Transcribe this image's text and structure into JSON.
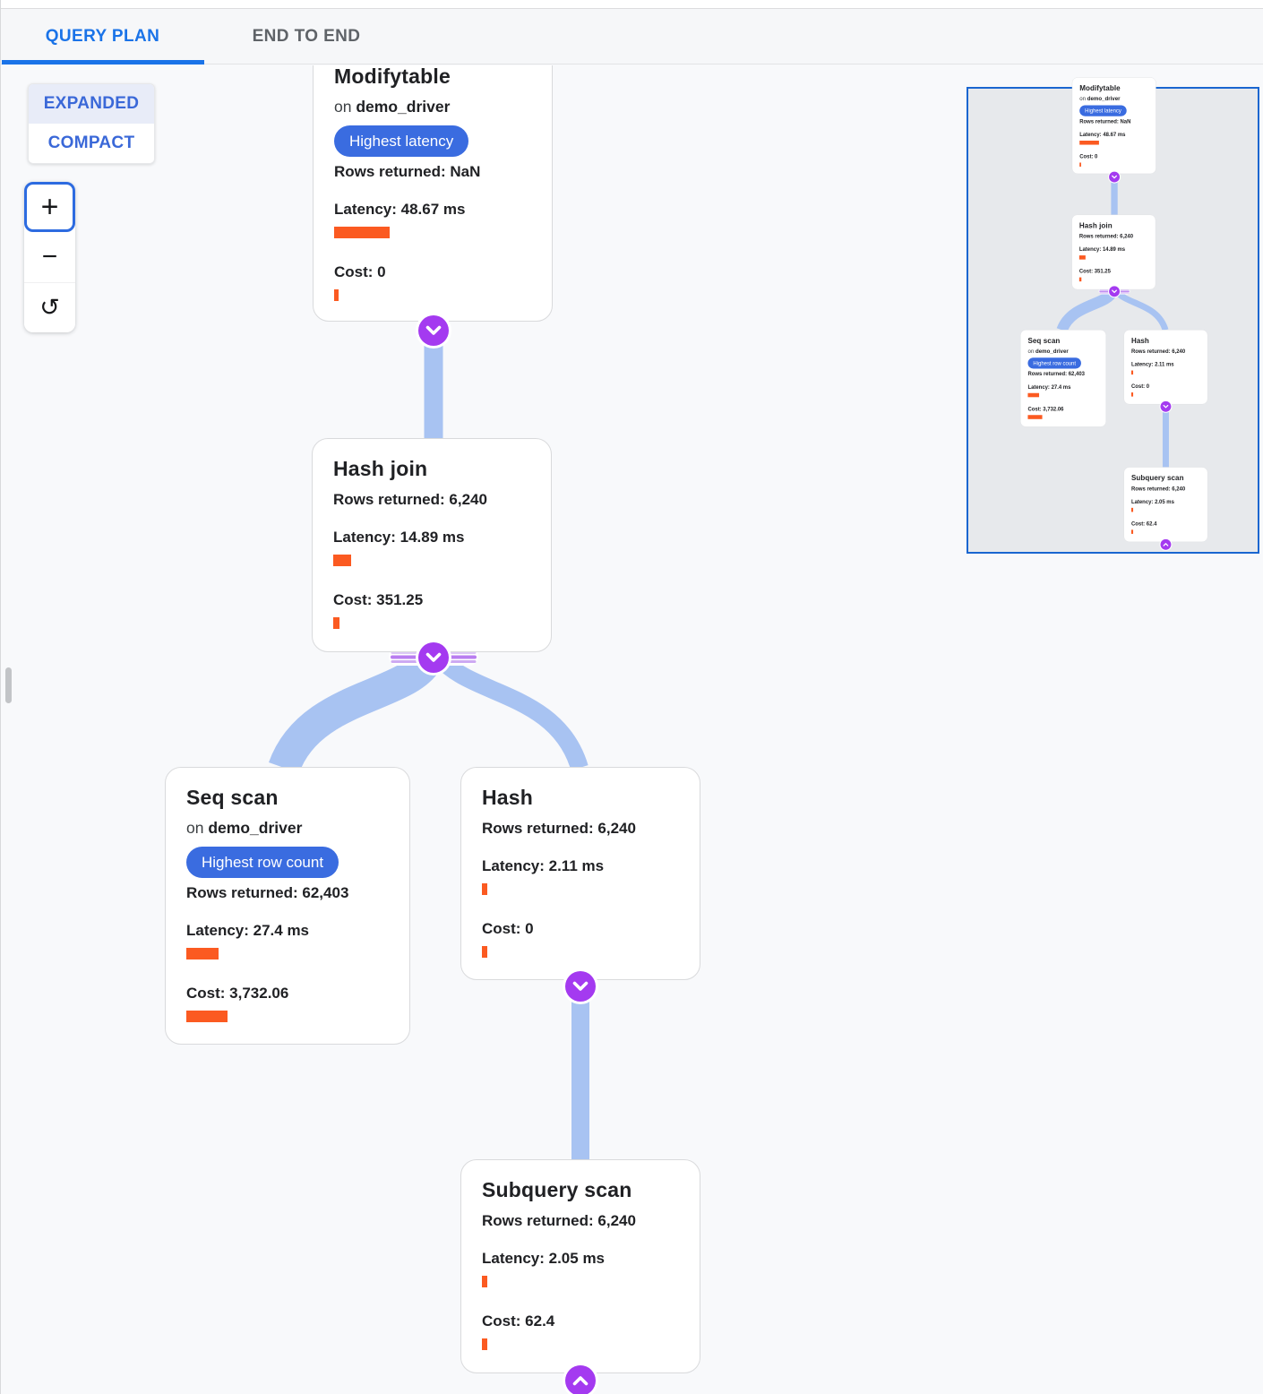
{
  "tabs": {
    "query_plan": "QUERY PLAN",
    "end_to_end": "END TO END"
  },
  "view_toggle": {
    "expanded": "EXPANDED",
    "compact": "COMPACT",
    "selected": "EXPANDED"
  },
  "zoom_controls": {
    "zoom_in": "+",
    "zoom_out": "−",
    "reset_glyph": "↺"
  },
  "nodes": {
    "modifytable": {
      "title": "Modifytable",
      "on": "on",
      "table": "demo_driver",
      "badge": "Highest latency",
      "rows": "Rows returned: NaN",
      "latency": "Latency: 48.67 ms",
      "cost": "Cost: 0"
    },
    "hash_join": {
      "title": "Hash join",
      "rows": "Rows returned: 6,240",
      "latency": "Latency: 14.89 ms",
      "cost": "Cost: 351.25"
    },
    "seq_scan": {
      "title": "Seq scan",
      "on": "on",
      "table": "demo_driver",
      "badge": "Highest row count",
      "rows": "Rows returned: 62,403",
      "latency": "Latency: 27.4 ms",
      "cost": "Cost: 3,732.06"
    },
    "hash": {
      "title": "Hash",
      "rows": "Rows returned: 6,240",
      "latency": "Latency: 2.11 ms",
      "cost": "Cost: 0"
    },
    "subquery_scan": {
      "title": "Subquery scan",
      "rows": "Rows returned: 6,240",
      "latency": "Latency: 2.05 ms",
      "cost": "Cost: 62.4"
    }
  },
  "colors": {
    "tab_active_blue": "#1a73e8",
    "badge_blue": "#3a6ce0",
    "bar_orange": "#fb5a21",
    "edge_blue": "#a8c3f2",
    "connector_purple": "#a43af0",
    "minimap_border_blue": "#1a66d0"
  }
}
